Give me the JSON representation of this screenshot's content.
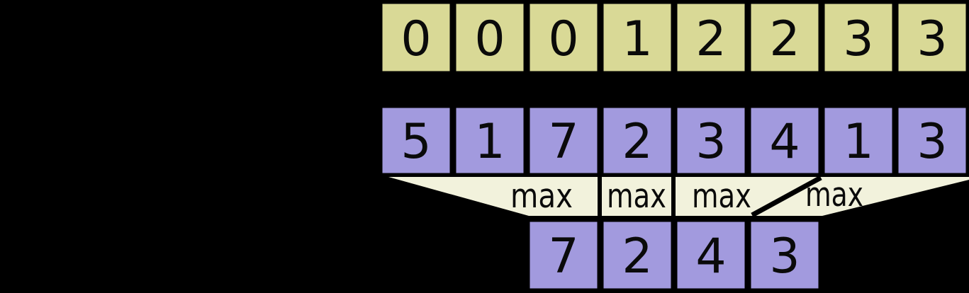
{
  "diagram": {
    "prefix_row": {
      "cells": [
        "0",
        "0",
        "0",
        "1",
        "2",
        "2",
        "3",
        "3"
      ]
    },
    "input_row": {
      "cells": [
        "5",
        "1",
        "7",
        "2",
        "3",
        "4",
        "1",
        "3"
      ]
    },
    "max_labels": [
      "max",
      "max",
      "max",
      "max"
    ],
    "output_row": {
      "cells": [
        "7",
        "2",
        "4",
        "3"
      ]
    },
    "colors": {
      "background": "#000000",
      "prefix_cell_fill": "#d9d996",
      "value_cell_fill": "#a29ade",
      "funnel_fill": "#f2f2dc",
      "border": "#000000",
      "text": "#0a0a0a"
    }
  }
}
